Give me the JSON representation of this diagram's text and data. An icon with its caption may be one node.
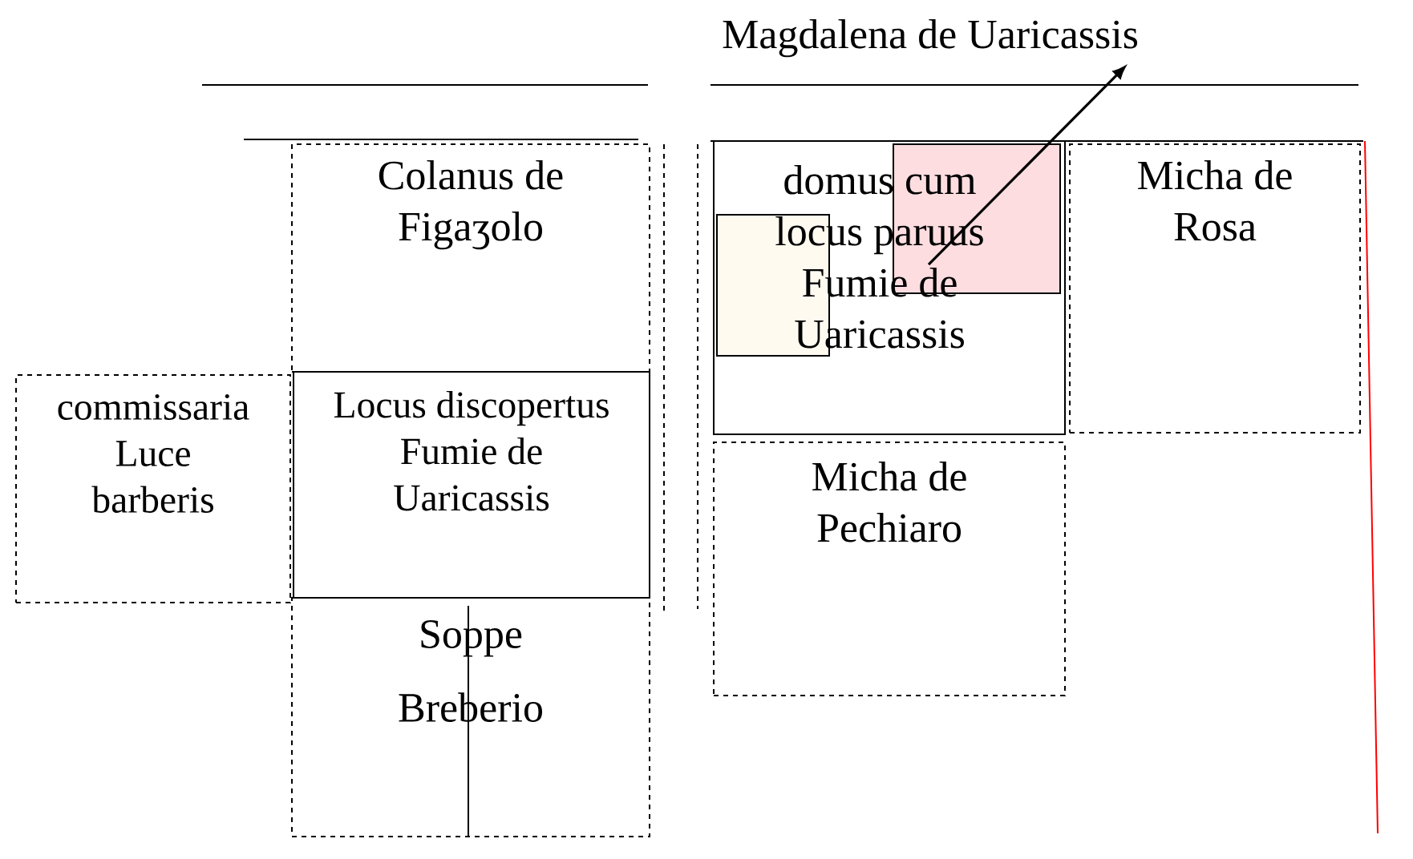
{
  "diagram": {
    "nodes": [
      {
        "text": [
          "Magdalena de Uaricassis"
        ]
      },
      {
        "text": [
          "Colanus de Figaʒolo"
        ]
      },
      {
        "text": [
          "domus cum locus paruus Fumie de Uaricassis"
        ]
      },
      {
        "text": [],
        "shape": "box",
        "in": 2
      },
      {
        "text": [],
        "shape": "box",
        "in": 2
      },
      {
        "text": [
          "Micha de Rosa"
        ]
      },
      {
        "text": [
          "commissaria Luce barberis"
        ]
      },
      {
        "text": [
          "Locus discopertus Fumie de Uaricassis"
        ]
      },
      {
        "text": [
          "Micha de Pechiaro"
        ]
      },
      {
        "text": [
          "Soppe Breberio"
        ]
      }
    ],
    "edges": [
      {
        "from": 4,
        "to": 0,
        "arrow": "to"
      }
    ]
  }
}
